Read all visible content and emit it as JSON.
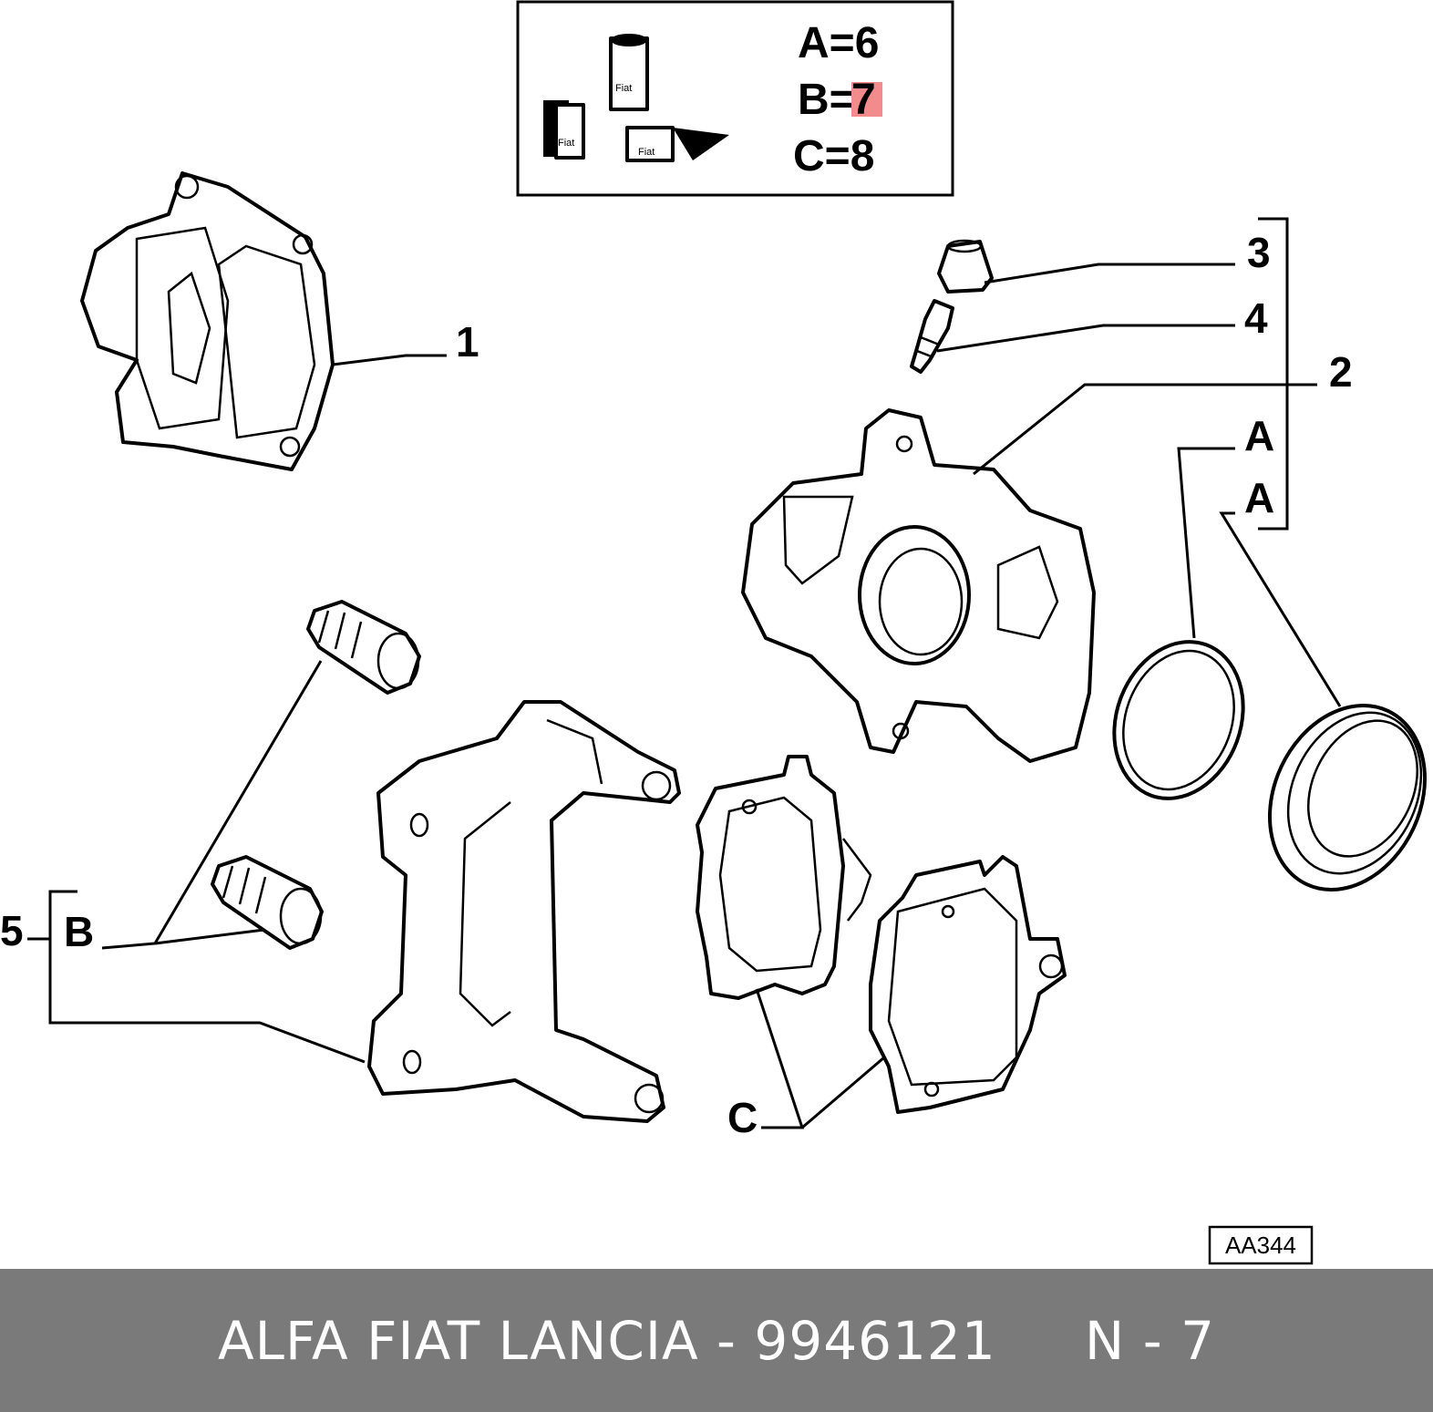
{
  "legend": {
    "lines": [
      "A=6",
      "B=",
      "C=8"
    ],
    "highlight_value": "7",
    "highlight_color": "#f28b8b",
    "brand_icons": [
      "Fiat",
      "Fiat",
      "Fiat"
    ]
  },
  "callouts": {
    "p1": "1",
    "p2": "2",
    "p3": "3",
    "p4": "4",
    "p5": "5",
    "a1": "A",
    "a2": "A",
    "b": "B",
    "c": "C"
  },
  "drawing_code": "AA344",
  "footer": {
    "text": "ALFA FIAT LANCIA - 9946121     N - 7",
    "background": "#7a7a7a"
  }
}
